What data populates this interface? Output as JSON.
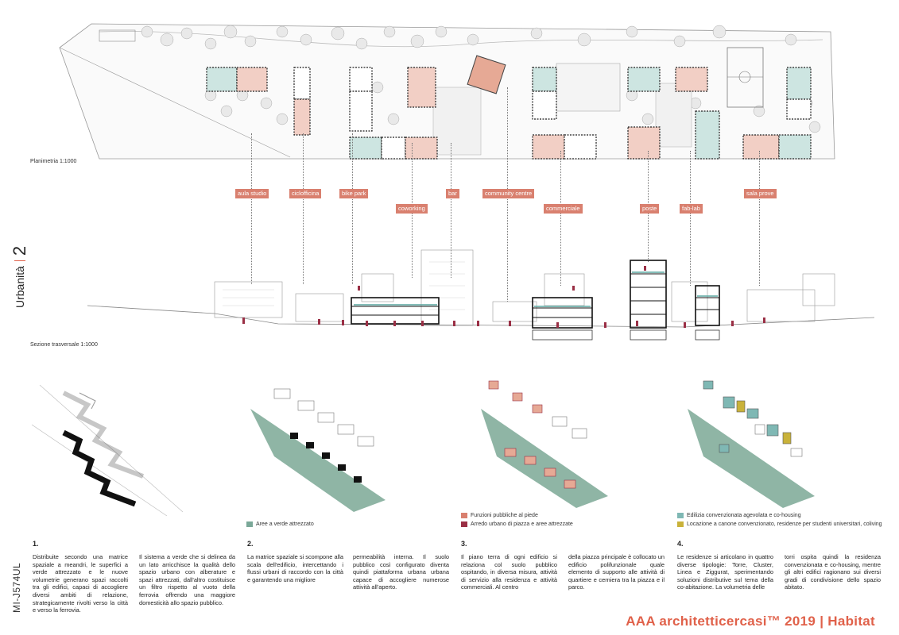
{
  "plan": {
    "caption": "Planimetria 1:1000"
  },
  "section": {
    "caption": "Sezione trasversale 1:1000"
  },
  "title_side": {
    "text": "Urbanità",
    "number": "2"
  },
  "code": "MI-J574UL",
  "tags": [
    {
      "label": "aula studio"
    },
    {
      "label": "ciclofficina"
    },
    {
      "label": "bike park"
    },
    {
      "label": "coworking"
    },
    {
      "label": "bar"
    },
    {
      "label": "community centre"
    },
    {
      "label": "commerciale"
    },
    {
      "label": "poste"
    },
    {
      "label": "fab-lab"
    },
    {
      "label": "sala prove"
    }
  ],
  "legends": {
    "d2": [
      {
        "label": "Aree a verde attrezzato",
        "color": "#7aa898"
      }
    ],
    "d3": [
      {
        "label": "Funzioni pubbliche al piede",
        "color": "#d9806f"
      },
      {
        "label": "Arredo urbano di piazza e aree attrezzate",
        "color": "#9a2f45"
      }
    ],
    "d4": [
      {
        "label": "Edilizia convenzionata agevolata e co-housing",
        "color": "#7fb8b4"
      },
      {
        "label": "Locazione a canone convenzionato, residenze per studenti universitari, coliving",
        "color": "#c9b23a"
      }
    ]
  },
  "numbers": {
    "n1": "1.",
    "n2": "2.",
    "n3": "3.",
    "n4": "4."
  },
  "texts": {
    "p1": "Distribuite secondo una matrice spaziale a meandri, le superfici a verde attrezzato e le nuove volumetrie generano spazi raccolti tra gli edifici, capaci di accogliere diversi ambiti di relazione, strategicamente rivolti verso la città e verso la ferrovia.",
    "p2": "Il sistema a verde che si delinea da un lato arricchisce la qualità dello spazio urbano con alberature e spazi attrezzati, dall'altro costituisce un filtro rispetto al vuoto della ferrovia offrendo una maggiore domesticità allo spazio pubblico.",
    "p3": "La matrice spaziale si scompone alla scala dell'edificio, intercettando i flussi urbani di raccordo con la città e garantendo una migliore",
    "p4": "permeabilità interna. Il suolo pubblico così configurato diventa quindi piattaforma urbana urbana capace di accogliere numerose attività all'aperto.",
    "p5": "Il piano terra di ogni edificio si relaziona col suolo pubblico ospitando, in diversa misura, attività di servizio alla residenza e attività commerciali. Al centro",
    "p6": "della piazza principale è collocato un edificio polifunzionale quale elemento di supporto alle attività di quartiere e cerniera tra la piazza e il parco.",
    "p7": "Le residenze si articolano in quattro diverse tipologie: Torre, Cluster, Linea e Ziggurat, sperimentando soluzioni distributive sul tema della co-abitazione. La volumetria delle",
    "p8": "torri ospita quindi la residenza convenzionata e co-housing, mentre gli altri edifici ragionano sui diversi gradi di condivisione dello spazio abitato."
  },
  "footer": "AAA architetticercasi™ 2019 | Habitat"
}
